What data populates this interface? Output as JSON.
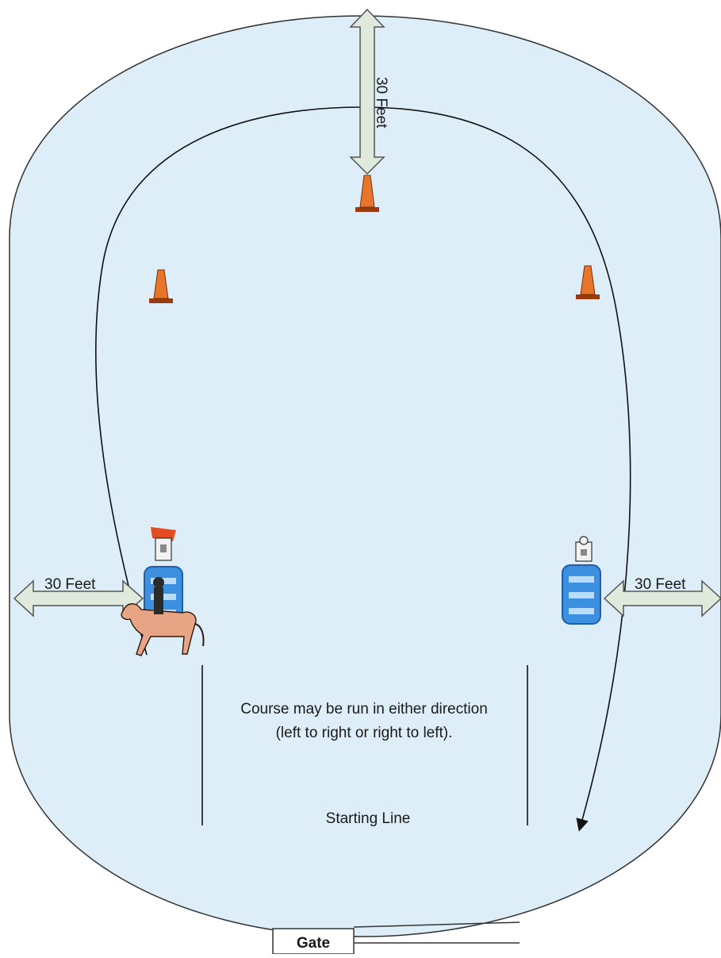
{
  "diagram": {
    "labels": {
      "top_distance": "30 Feet",
      "left_distance": "30 Feet",
      "right_distance": "30 Feet",
      "direction_note_line1": "Course may be run in either direction",
      "direction_note_line2": "(left to right or right to left).",
      "starting_line": "Starting Line",
      "gate": "Gate"
    },
    "colors": {
      "arena_fill": "#ddeef9",
      "arena_stroke": "#333333",
      "arrow_fill": "#dfe9dc",
      "cone": "#e8762a",
      "barrel": "#3d8fe0",
      "horse": "#e7a585"
    },
    "icons": {
      "cone": "traffic-cone-icon",
      "barrel": "barrel-icon",
      "horse": "horse-and-rider-icon",
      "distance_arrow": "double-headed-arrow"
    }
  }
}
